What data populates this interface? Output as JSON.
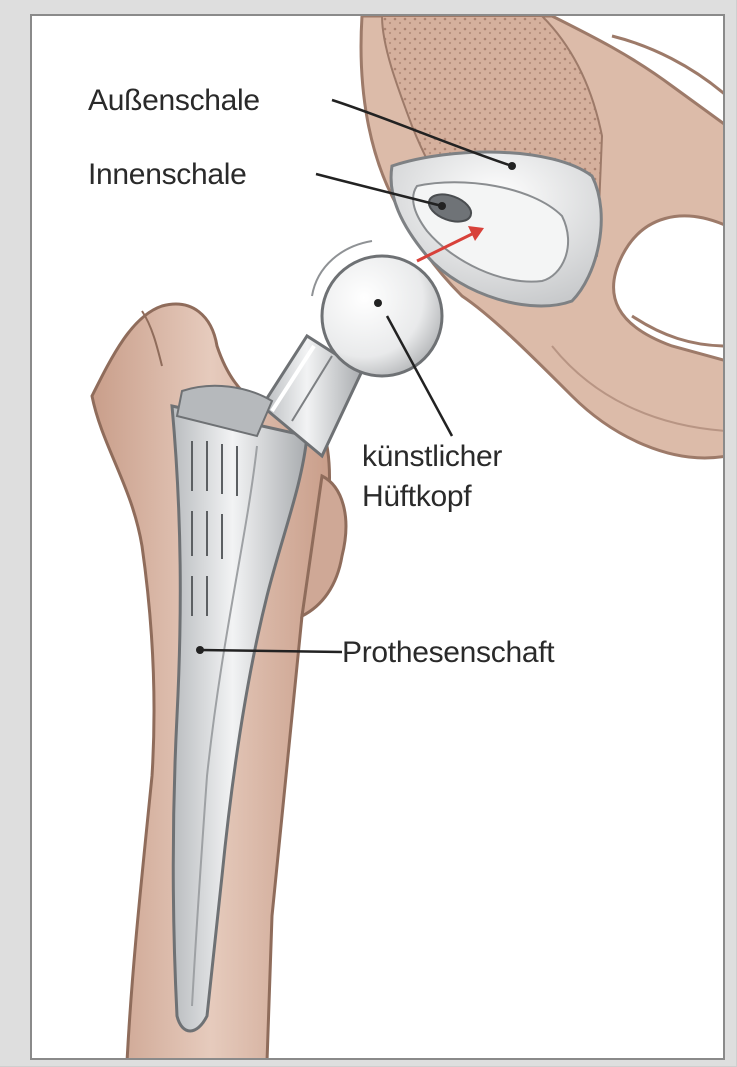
{
  "diagram": {
    "labels": {
      "outer_shell": "Außenschale",
      "inner_shell": "Innenschale",
      "head_line1": "künstlicher",
      "head_line2": "Hüftkopf",
      "stem": "Prothesenschaft"
    },
    "colors": {
      "bone": "#d9b6a4",
      "bone_dark": "#a88472",
      "bone_light": "#ecd6c8",
      "metal": "#d5d7d9",
      "metal_dark": "#8c8f92",
      "arrow": "#d8413a",
      "background": "#ffffff"
    }
  }
}
